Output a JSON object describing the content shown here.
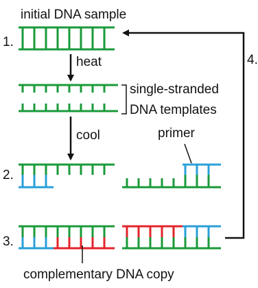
{
  "labels": {
    "title": "initial DNA sample",
    "step1": "1.",
    "step2": "2.",
    "step3": "3.",
    "step4": "4.",
    "heat": "heat",
    "cool": "cool",
    "single_stranded_line1": "single-stranded",
    "single_stranded_line2": "DNA templates",
    "primer": "primer",
    "complementary": "complementary DNA copy"
  },
  "colors": {
    "template_strand": "#1a9a3a",
    "primer_strand": "#2a9fd8",
    "copy_strand": "#e3242b",
    "arrow": "#111111"
  }
}
